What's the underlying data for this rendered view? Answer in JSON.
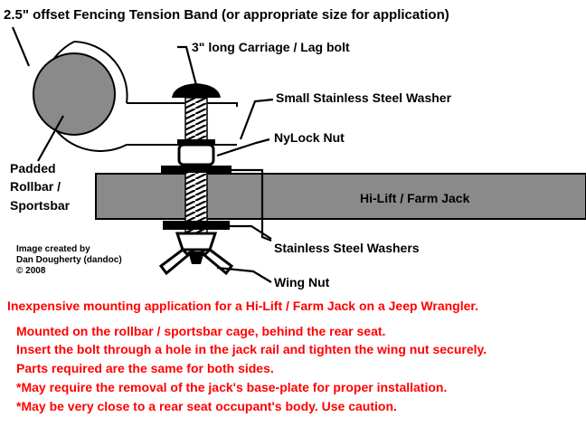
{
  "labels": {
    "tension_band": "2.5\" offset Fencing Tension Band (or appropriate size for application)",
    "carriage_bolt": "3\" long Carriage / Lag bolt",
    "small_washer": "Small Stainless Steel Washer",
    "nylock_nut": "NyLock Nut",
    "rollbar_line1": "Padded",
    "rollbar_line2": "Rollbar /",
    "rollbar_line3": "Sportsbar",
    "jack": "Hi-Lift / Farm Jack",
    "stainless_washers": "Stainless Steel Washers",
    "wing_nut": "Wing Nut"
  },
  "credit": {
    "line1": "Image created by",
    "line2": "Dan Dougherty (dandoc)",
    "line3": "© 2008"
  },
  "notes": {
    "heading": "Inexpensive mounting application for a Hi-Lift / Farm Jack on a Jeep Wrangler.",
    "items": [
      "Mounted on the rollbar / sportsbar cage, behind the rear seat.",
      "Insert the bolt through a hole in the jack rail and tighten the wing nut securely.",
      "Parts required are the same for both sides.",
      "*May require the removal of the jack's base-plate for proper installation.",
      "*May be very close to a rear seat occupant's body.  Use caution."
    ]
  },
  "colors": {
    "rollbar_fill": "#8a8a8a",
    "jack_fill": "#8a8a8a",
    "note_text": "#ff0000",
    "label_text": "#000000"
  }
}
